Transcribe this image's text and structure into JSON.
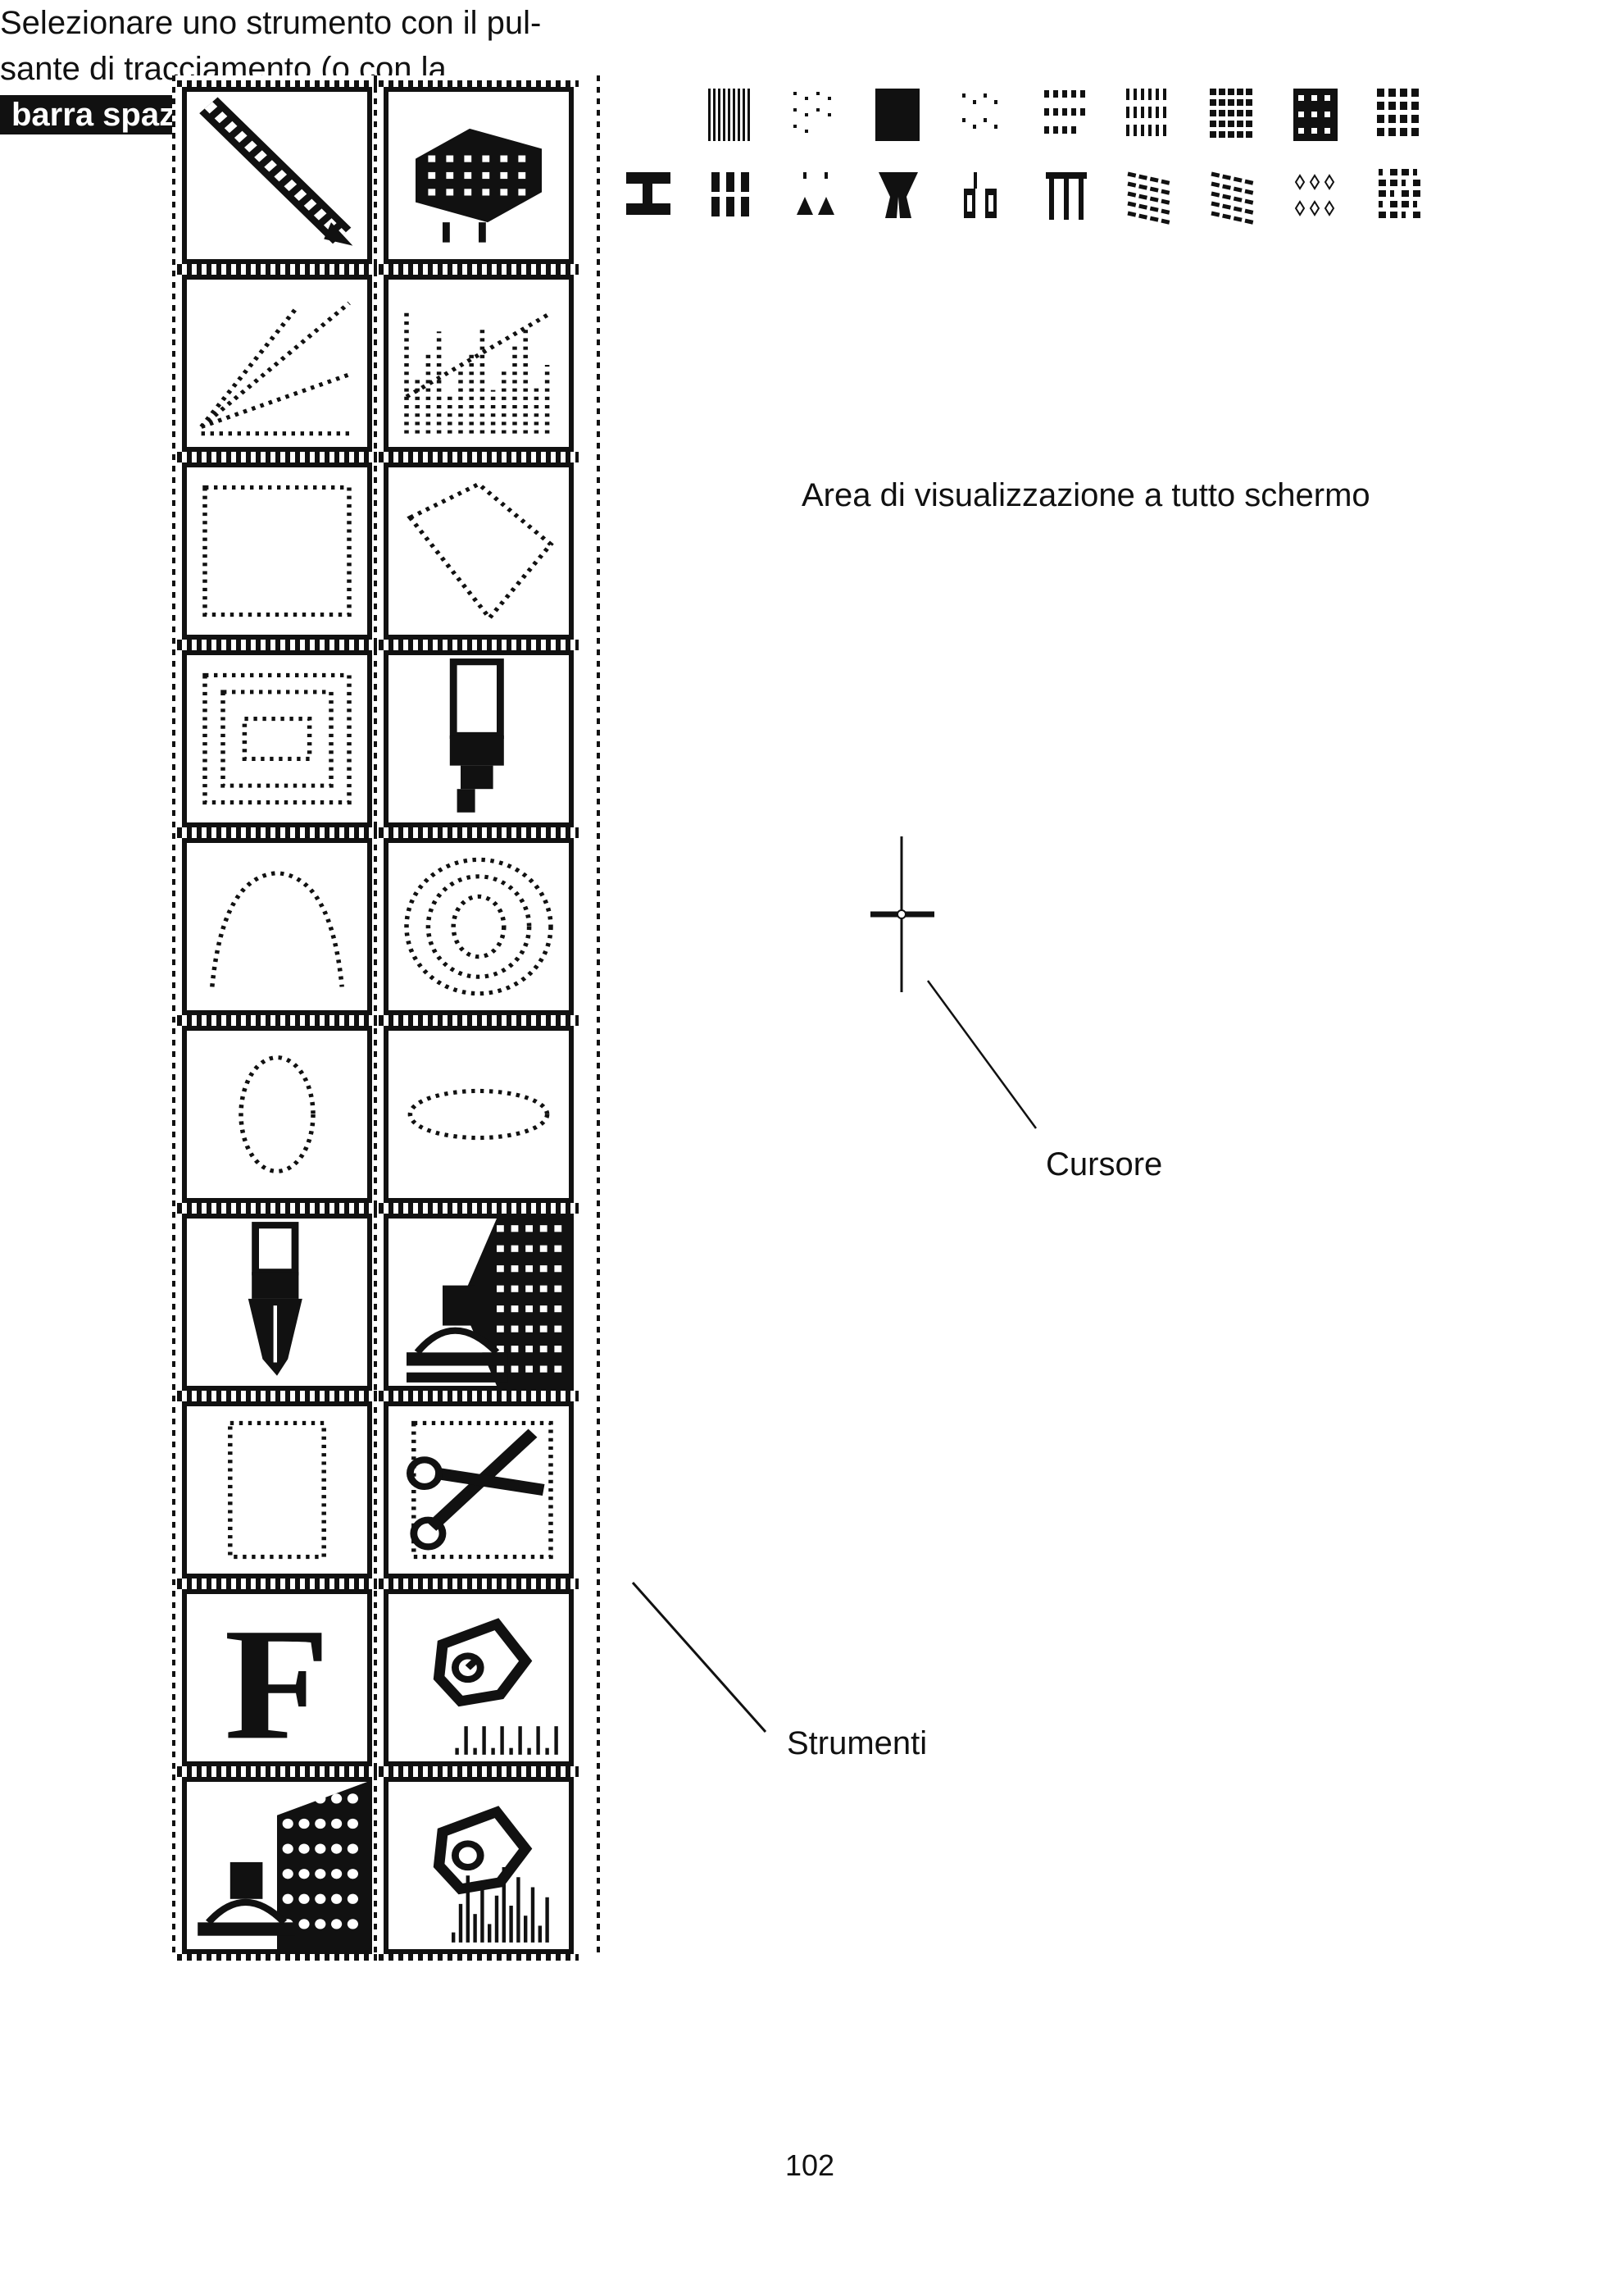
{
  "annotations": {
    "display_area": "Area di visualizzazione a tutto schermo",
    "cursor": "Cursore",
    "tools_title": "Strumenti",
    "tools_desc_line1": "Selezionare uno strumento con il pul-",
    "tools_desc_line2": "sante di tracciamento (o con la",
    "key_label": "barra spaziatrice",
    "key_close": ")"
  },
  "page_number": "102",
  "tools": [
    {
      "name": "pencil-tool",
      "icon": "pencil-icon"
    },
    {
      "name": "brush-tool",
      "icon": "brush-icon"
    },
    {
      "name": "line-tool",
      "icon": "line-icon"
    },
    {
      "name": "multi-line-tool",
      "icon": "multi-line-icon"
    },
    {
      "name": "rectangle-tool",
      "icon": "rectangle-icon"
    },
    {
      "name": "polygon-tool",
      "icon": "polygon-icon"
    },
    {
      "name": "filled-rectangle-tool",
      "icon": "nested-rectangle-icon"
    },
    {
      "name": "paintbrush-tool",
      "icon": "paintbrush-icon"
    },
    {
      "name": "arc-tool",
      "icon": "arc-icon"
    },
    {
      "name": "concentric-circles-tool",
      "icon": "concentric-circles-icon"
    },
    {
      "name": "circle-tool",
      "icon": "circle-icon"
    },
    {
      "name": "ellipse-tool",
      "icon": "ellipse-icon"
    },
    {
      "name": "pen-tool",
      "icon": "pen-icon"
    },
    {
      "name": "paint-bucket-tool",
      "icon": "paint-bucket-icon"
    },
    {
      "name": "select-frame-tool",
      "icon": "frame-icon"
    },
    {
      "name": "scissors-tool",
      "icon": "scissors-icon"
    },
    {
      "name": "text-tool",
      "icon": "letter-f-icon"
    },
    {
      "name": "spray-can-tool",
      "icon": "spray-can-icon"
    },
    {
      "name": "fill-pattern-tool",
      "icon": "fill-pattern-icon"
    },
    {
      "name": "spray-pattern-tool",
      "icon": "spray-pattern-icon"
    }
  ]
}
